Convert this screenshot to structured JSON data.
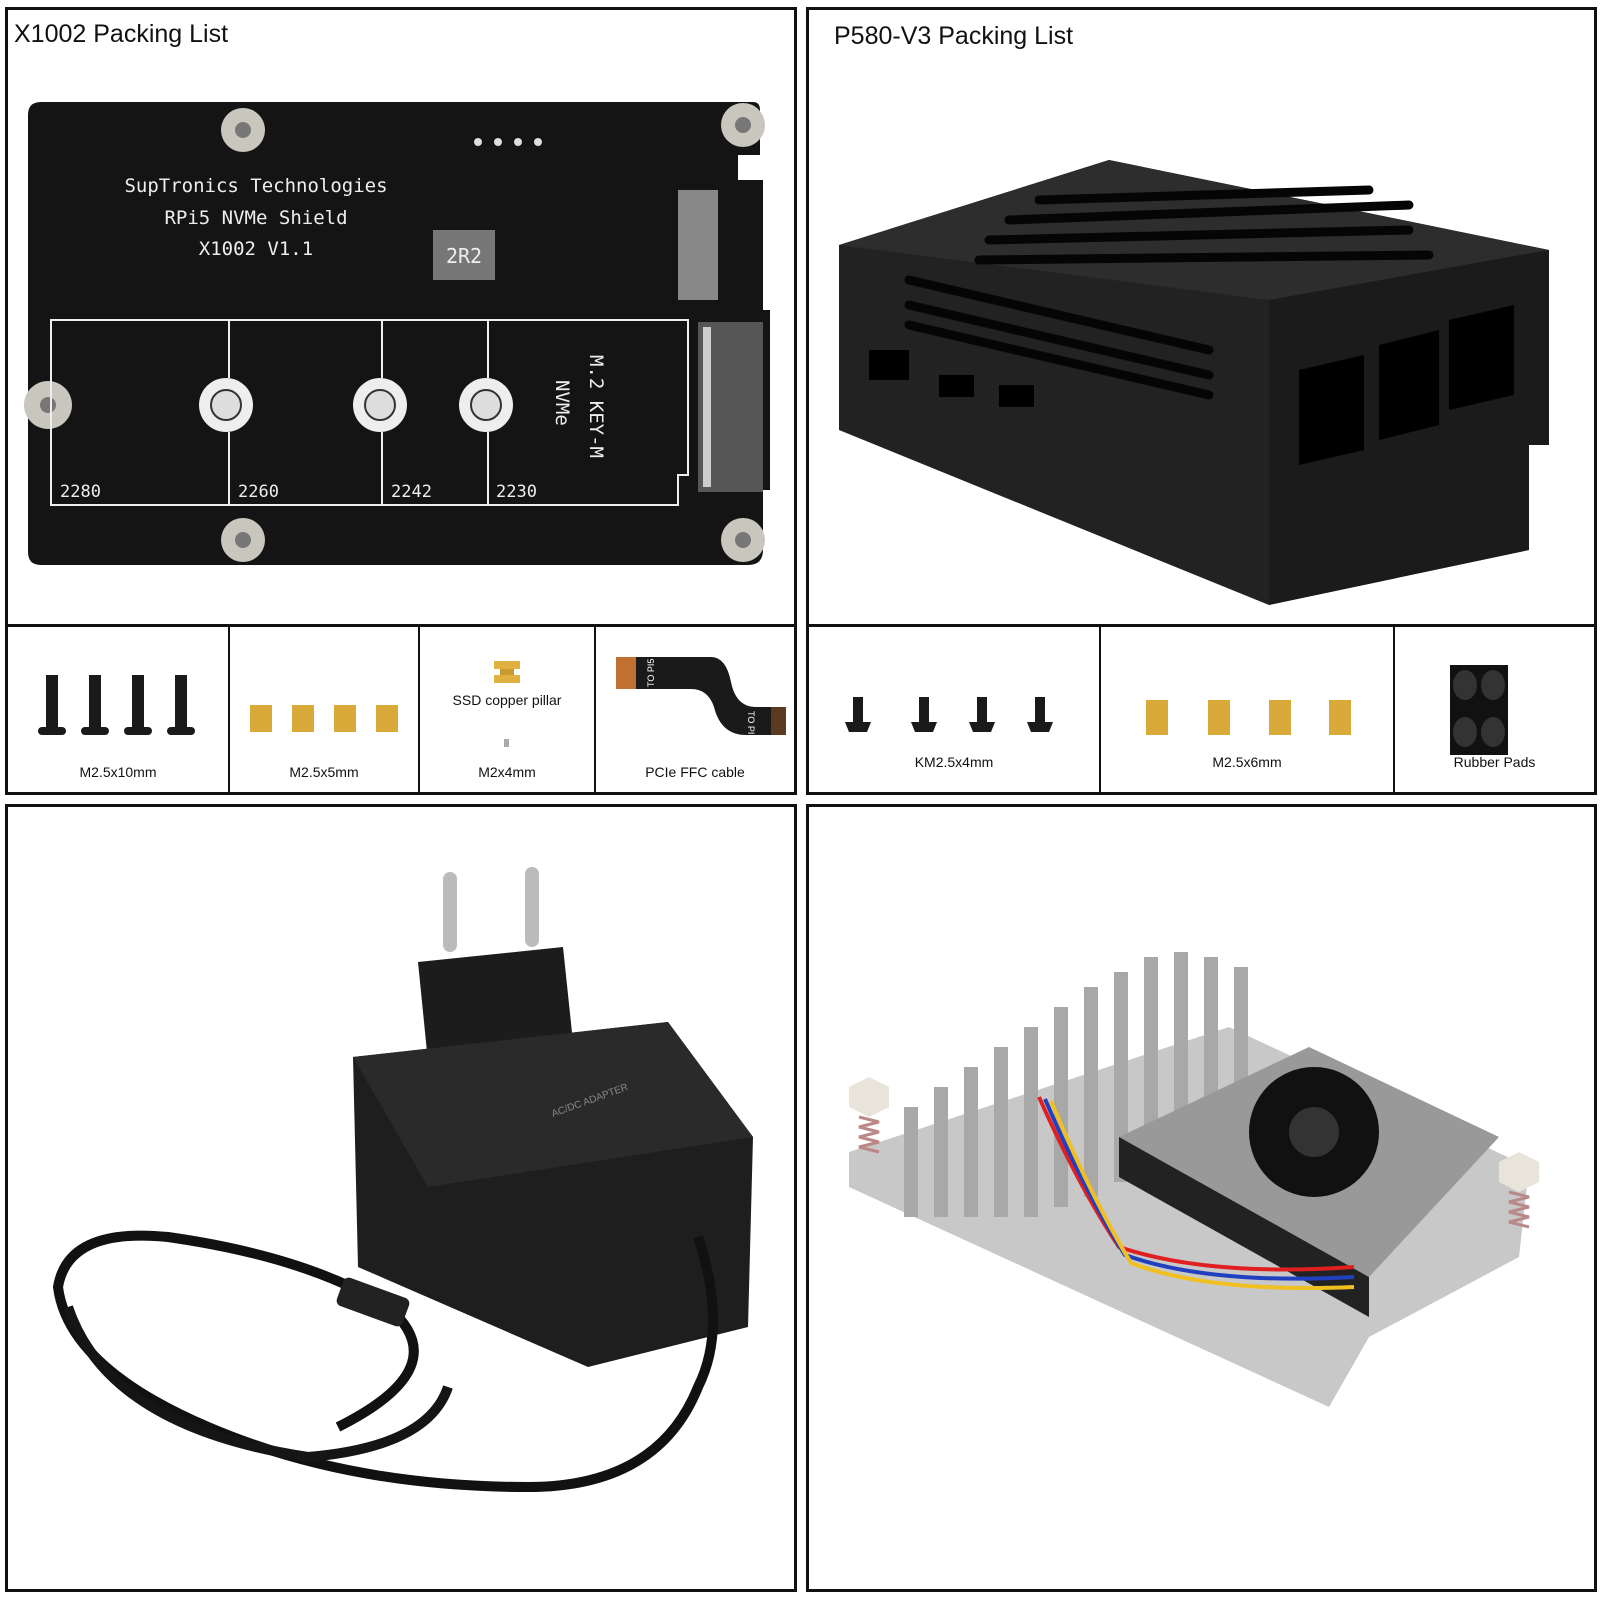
{
  "x1002": {
    "title": "X1002 Packing List",
    "board": {
      "lines": [
        "SupTronics Technologies",
        "RPi5 NVMe Shield",
        "X1002 V1.1"
      ],
      "inductor": "2R2",
      "slot_label": "M.2 KEY-M",
      "slot_sub": "NVMe",
      "sizes": [
        "2280",
        "2260",
        "2242",
        "2230"
      ]
    },
    "items": [
      {
        "label": "M2.5x10mm"
      },
      {
        "label": "M2.5x5mm"
      },
      {
        "label": "SSD copper pillar",
        "label2": "M2x4mm"
      },
      {
        "label": "PCIe FFC cable",
        "cable_a": "TO PI5",
        "cable_b": "TO PIP"
      }
    ]
  },
  "p580": {
    "title": "P580-V3 Packing List",
    "items": [
      {
        "label": "KM2.5x4mm"
      },
      {
        "label": "M2.5x6mm"
      },
      {
        "label": "Rubber Pads"
      }
    ]
  },
  "adapter": {
    "label": "AC/DC ADAPTER"
  },
  "colors": {
    "border": "#111111",
    "pcb": "#111111",
    "brass": "#d9a93a"
  }
}
